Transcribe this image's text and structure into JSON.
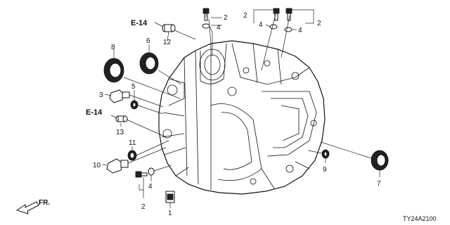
{
  "diagram_code": "TY24A2100",
  "front_label": "FR.",
  "references": [
    {
      "id": "ref-top",
      "text": "E-14"
    },
    {
      "id": "ref-mid",
      "text": "E-14"
    }
  ],
  "callouts": [
    {
      "id": "c1",
      "text": "1"
    },
    {
      "id": "c2a",
      "text": "2"
    },
    {
      "id": "c2b",
      "text": "2"
    },
    {
      "id": "c2c",
      "text": "2"
    },
    {
      "id": "c2d",
      "text": "2"
    },
    {
      "id": "c3",
      "text": "3"
    },
    {
      "id": "c4a",
      "text": "4"
    },
    {
      "id": "c4b",
      "text": "4"
    },
    {
      "id": "c4c",
      "text": "4"
    },
    {
      "id": "c4d",
      "text": "4"
    },
    {
      "id": "c5",
      "text": "5"
    },
    {
      "id": "c6",
      "text": "6"
    },
    {
      "id": "c7",
      "text": "7"
    },
    {
      "id": "c8",
      "text": "8"
    },
    {
      "id": "c9",
      "text": "9"
    },
    {
      "id": "c10",
      "text": "10"
    },
    {
      "id": "c11",
      "text": "11"
    },
    {
      "id": "c12",
      "text": "12"
    },
    {
      "id": "c13",
      "text": "13"
    }
  ],
  "colors": {
    "line": "#111111",
    "background": "#ffffff"
  }
}
